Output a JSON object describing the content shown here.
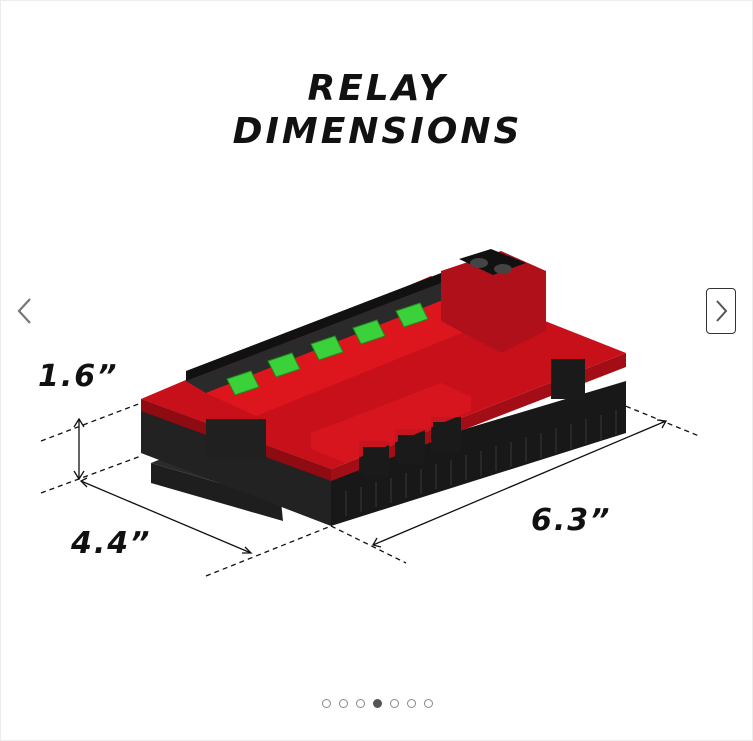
{
  "title": {
    "line1": "RELAY",
    "line2": "DIMENSIONS"
  },
  "dimensions": {
    "height": "1.6”",
    "width": "4.4”",
    "length": "6.3”"
  },
  "carousel": {
    "total": 7,
    "active": 3
  },
  "colors": {
    "housing_red": "#d8141c",
    "base_black": "#1c1c1c",
    "switch_green": "#3ad13a"
  },
  "icons": {
    "prev": "chevron-left-icon",
    "next": "chevron-right-icon"
  }
}
